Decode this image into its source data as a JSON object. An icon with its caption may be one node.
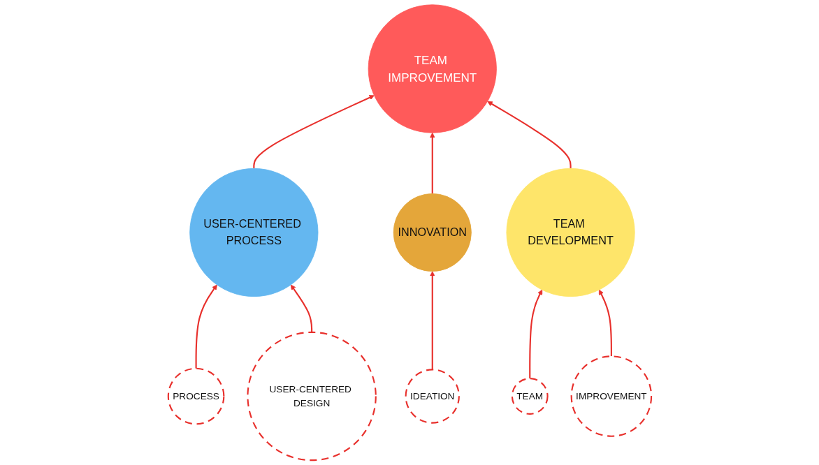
{
  "diagram": {
    "nodes": [
      {
        "text": [
          "TEAM IMPROVEMENT"
        ]
      },
      {
        "text": [
          "USER-CENTERED PROCESS"
        ]
      },
      {
        "text": [
          "INNOVATION"
        ]
      },
      {
        "text": [
          "TEAM DEVELOPMENT"
        ]
      },
      {
        "text": [
          "PROCESS"
        ]
      },
      {
        "text": [
          "USER-CENTERED DESIGN"
        ]
      },
      {
        "text": [
          "IDEATION"
        ]
      },
      {
        "text": [
          "TEAM"
        ]
      },
      {
        "text": [
          "IMPROVEMENT"
        ]
      }
    ],
    "edges": [
      {
        "from": 1,
        "to": 0,
        "arrow": "to"
      },
      {
        "from": 2,
        "to": 0,
        "arrow": "to"
      },
      {
        "from": 3,
        "to": 0,
        "arrow": "to"
      },
      {
        "from": 4,
        "to": 1,
        "arrow": "to"
      },
      {
        "from": 5,
        "to": 1,
        "arrow": "to"
      },
      {
        "from": 6,
        "to": 2,
        "arrow": "to"
      },
      {
        "from": 7,
        "to": 3,
        "arrow": "to"
      },
      {
        "from": 8,
        "to": 3,
        "arrow": "to"
      }
    ]
  }
}
